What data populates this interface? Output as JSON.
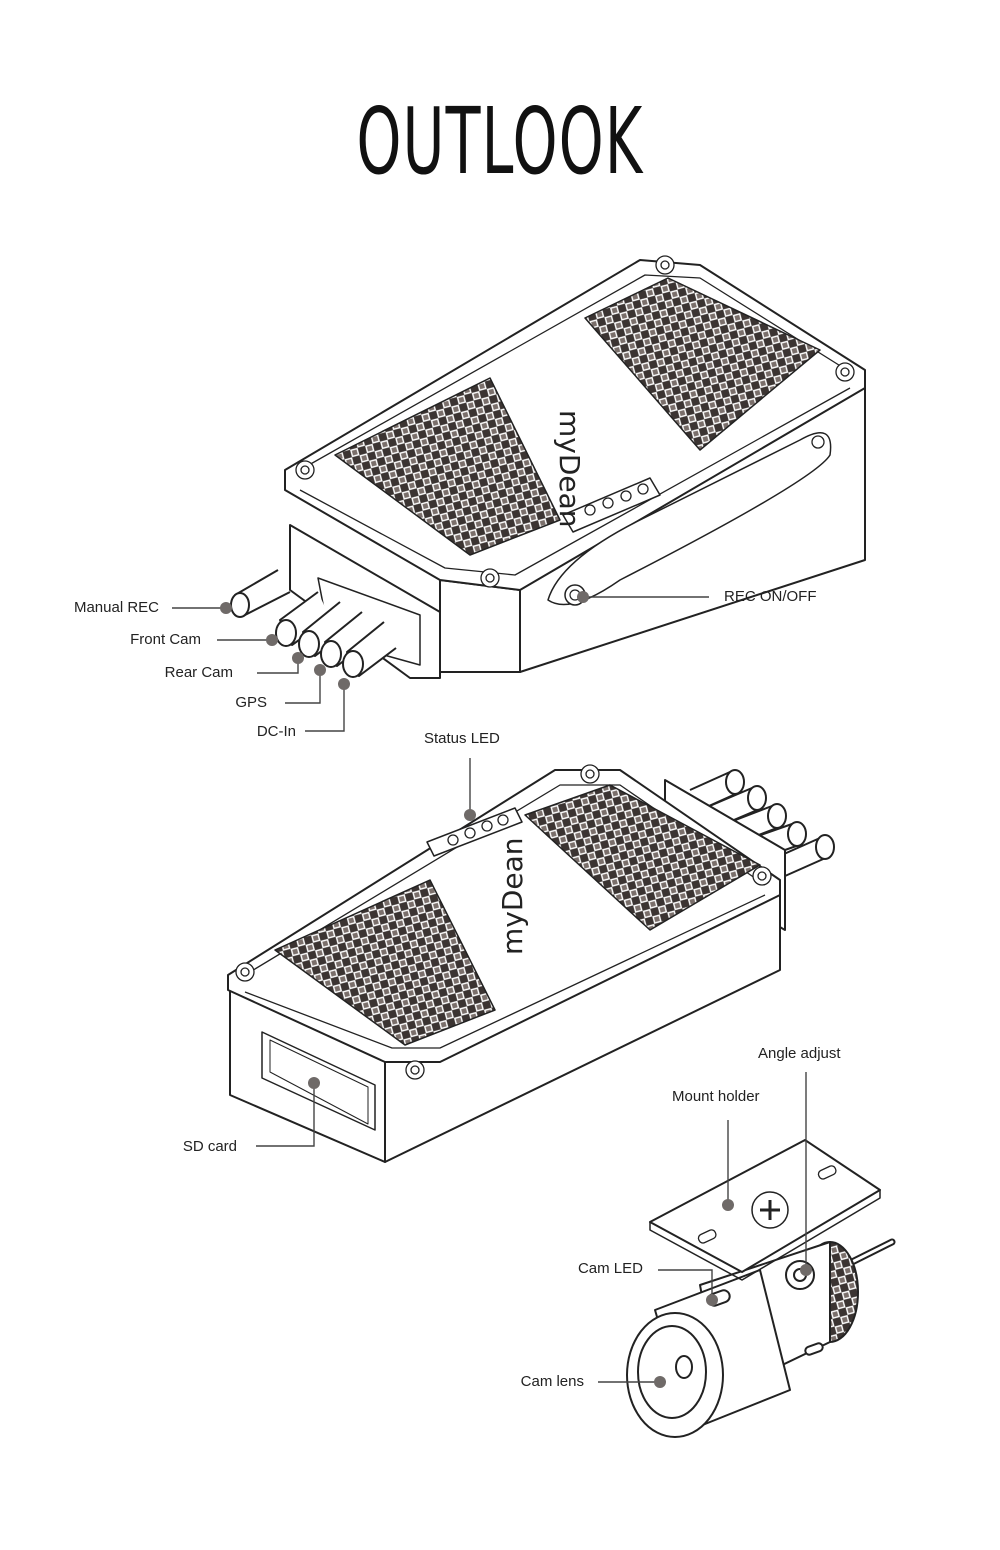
{
  "title": "OUTLOOK",
  "labels": {
    "manual_rec": "Manual REC",
    "front_cam": "Front Cam",
    "rear_cam": "Rear Cam",
    "gps": "GPS",
    "dc_in": "DC-In",
    "rec_onoff": "REC ON/OFF",
    "status_led": "Status LED",
    "sd_card": "SD card",
    "angle_adjust": "Angle adjust",
    "mount_holder": "Mount holder",
    "cam_led": "Cam LED",
    "cam_lens": "Cam lens"
  },
  "brand": "myDean",
  "colors": {
    "line": "#222222",
    "callout": "#444444",
    "dot": "#6f6a68",
    "pattern": "#3b3432"
  }
}
